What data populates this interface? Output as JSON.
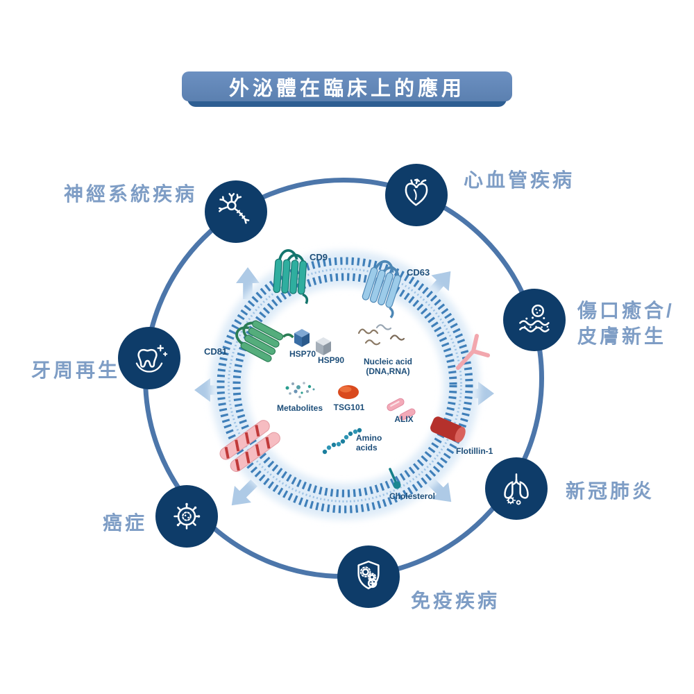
{
  "title": "外泌體在臨床上的應用",
  "applications": [
    {
      "label": "神經系統疾病",
      "icon": "neuron-icon"
    },
    {
      "label": "心血管疾病",
      "icon": "heart-icon"
    },
    {
      "label_line1": "傷口癒合/",
      "label_line2": "皮膚新生",
      "icon": "skin-regeneration-icon"
    },
    {
      "label": "新冠肺炎",
      "icon": "lungs-virus-icon"
    },
    {
      "label": "免疫疾病",
      "icon": "immune-shield-icon"
    },
    {
      "label": "癌症",
      "icon": "cancer-cell-icon"
    },
    {
      "label": "牙周再生",
      "icon": "tooth-icon"
    }
  ],
  "exosome": {
    "surface_markers": {
      "cd9": "CD9",
      "cd63": "CD63",
      "cd81": "CD81",
      "flotillin1": "Flotillin-1",
      "cholesterol": "Cholesterol"
    },
    "cargo": {
      "hsp70": "HSP70",
      "hsp90": "HSP90",
      "nucleic_acid_line1": "Nucleic acid",
      "nucleic_acid_line2": "(DNA,RNA)",
      "metabolites": "Metabolites",
      "tsg101": "TSG101",
      "alix": "ALIX",
      "amino_acids_line1": "Amino",
      "amino_acids_line2": "acids"
    }
  },
  "colors": {
    "banner": "#5b80b0",
    "banner_shadow": "#2e5e92",
    "ring": "#4c76aa",
    "node": "#0e3c69",
    "arrow": "#aecae6",
    "app_label": "#7e9dc5",
    "marker_label": "#1d4e79",
    "membrane": "#3f7fb9"
  }
}
